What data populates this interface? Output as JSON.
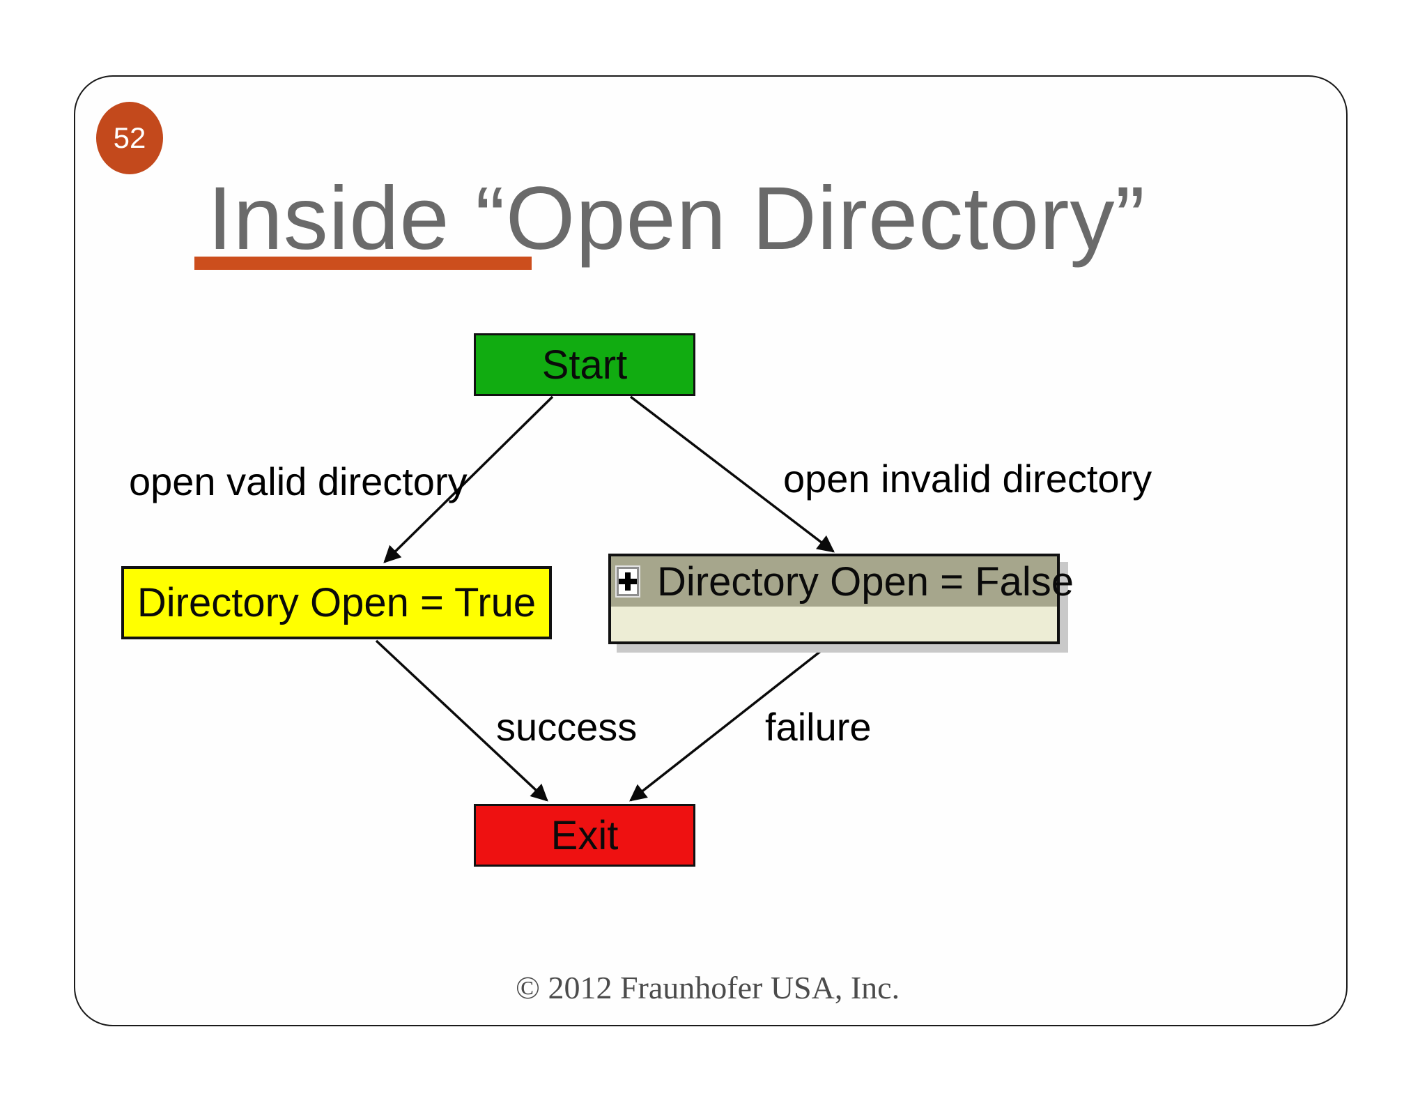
{
  "slide": {
    "number": "52",
    "title": "Inside “Open Directory”",
    "footer": "© 2012 Fraunhofer USA, Inc.",
    "accent_color": "#CC4E1D",
    "badge_color": "#C3491C",
    "title_color": "#6A6A6A"
  },
  "flowchart": {
    "nodes": [
      {
        "id": "start",
        "label": "Start",
        "color": "#11AC11"
      },
      {
        "id": "directory-open-true",
        "label": "Directory Open = True",
        "color": "#FFFF00"
      },
      {
        "id": "directory-open-false",
        "label": "Directory Open = False",
        "color": "#A6A68C",
        "body_color": "#EDEDD5",
        "expander_icon": "plus"
      },
      {
        "id": "exit",
        "label": "Exit",
        "color": "#EE1111"
      }
    ],
    "edges": [
      {
        "from": "start",
        "to": "directory-open-true",
        "label": "open valid directory"
      },
      {
        "from": "start",
        "to": "directory-open-false",
        "label": "open invalid directory"
      },
      {
        "from": "directory-open-true",
        "to": "exit",
        "label": "success"
      },
      {
        "from": "directory-open-false",
        "to": "exit",
        "label": "failure"
      }
    ]
  }
}
